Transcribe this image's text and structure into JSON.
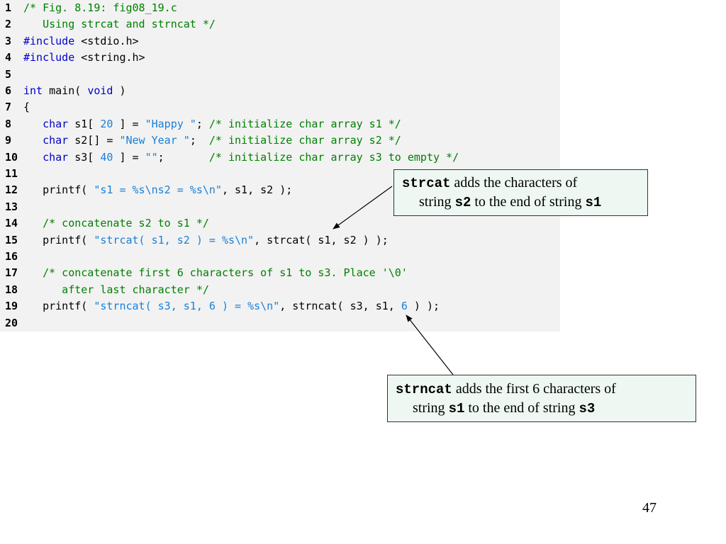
{
  "code": {
    "lines": [
      {
        "num": "1",
        "tokens": [
          {
            "t": "/* Fig. 8.19: fig08_19.c",
            "c": "comment"
          }
        ]
      },
      {
        "num": "2",
        "tokens": [
          {
            "t": "   Using strcat and strncat */",
            "c": "comment"
          }
        ]
      },
      {
        "num": "3",
        "tokens": [
          {
            "t": "#include",
            "c": "keyword"
          },
          {
            "t": " <stdio.h>",
            "c": "plain"
          }
        ]
      },
      {
        "num": "4",
        "tokens": [
          {
            "t": "#include",
            "c": "keyword"
          },
          {
            "t": " <string.h>",
            "c": "plain"
          }
        ]
      },
      {
        "num": "5",
        "tokens": []
      },
      {
        "num": "6",
        "tokens": [
          {
            "t": "int",
            "c": "keyword"
          },
          {
            "t": " main( ",
            "c": "plain"
          },
          {
            "t": "void",
            "c": "keyword"
          },
          {
            "t": " )",
            "c": "plain"
          }
        ]
      },
      {
        "num": "7",
        "tokens": [
          {
            "t": "{",
            "c": "plain"
          }
        ]
      },
      {
        "num": "8",
        "tokens": [
          {
            "t": "   ",
            "c": "plain"
          },
          {
            "t": "char",
            "c": "keyword"
          },
          {
            "t": " s1[ ",
            "c": "plain"
          },
          {
            "t": "20",
            "c": "number"
          },
          {
            "t": " ] = ",
            "c": "plain"
          },
          {
            "t": "\"Happy \"",
            "c": "string"
          },
          {
            "t": "; ",
            "c": "plain"
          },
          {
            "t": "/* initialize char array s1 */",
            "c": "comment"
          }
        ]
      },
      {
        "num": "9",
        "tokens": [
          {
            "t": "   ",
            "c": "plain"
          },
          {
            "t": "char",
            "c": "keyword"
          },
          {
            "t": " s2[] = ",
            "c": "plain"
          },
          {
            "t": "\"New Year \"",
            "c": "string"
          },
          {
            "t": ";  ",
            "c": "plain"
          },
          {
            "t": "/* initialize char array s2 */",
            "c": "comment"
          }
        ]
      },
      {
        "num": "10",
        "tokens": [
          {
            "t": "   ",
            "c": "plain"
          },
          {
            "t": "char",
            "c": "keyword"
          },
          {
            "t": " s3[ ",
            "c": "plain"
          },
          {
            "t": "40",
            "c": "number"
          },
          {
            "t": " ] = ",
            "c": "plain"
          },
          {
            "t": "\"\"",
            "c": "string"
          },
          {
            "t": ";       ",
            "c": "plain"
          },
          {
            "t": "/* initialize char array s3 to empty */",
            "c": "comment"
          }
        ]
      },
      {
        "num": "11",
        "tokens": []
      },
      {
        "num": "12",
        "tokens": [
          {
            "t": "   printf( ",
            "c": "plain"
          },
          {
            "t": "\"s1 = %s\\ns2 = %s\\n\"",
            "c": "string"
          },
          {
            "t": ", s1, s2 );",
            "c": "plain"
          }
        ]
      },
      {
        "num": "13",
        "tokens": []
      },
      {
        "num": "14",
        "tokens": [
          {
            "t": "   ",
            "c": "plain"
          },
          {
            "t": "/* concatenate s2 to s1 */",
            "c": "comment"
          }
        ]
      },
      {
        "num": "15",
        "tokens": [
          {
            "t": "   printf( ",
            "c": "plain"
          },
          {
            "t": "\"strcat( s1, s2 ) = %s\\n\"",
            "c": "string"
          },
          {
            "t": ", strcat( s1, s2 ) );",
            "c": "plain"
          }
        ]
      },
      {
        "num": "16",
        "tokens": []
      },
      {
        "num": "17",
        "tokens": [
          {
            "t": "   ",
            "c": "plain"
          },
          {
            "t": "/* concatenate first 6 characters of s1 to s3. Place '\\0'",
            "c": "comment"
          }
        ]
      },
      {
        "num": "18",
        "tokens": [
          {
            "t": "      after last character */",
            "c": "comment"
          }
        ]
      },
      {
        "num": "19",
        "tokens": [
          {
            "t": "   printf( ",
            "c": "plain"
          },
          {
            "t": "\"strncat( s3, s1, 6 ) = %s\\n\"",
            "c": "string"
          },
          {
            "t": ", strncat( s3, s1, ",
            "c": "plain"
          },
          {
            "t": "6",
            "c": "number"
          },
          {
            "t": " ) );",
            "c": "plain"
          }
        ]
      },
      {
        "num": "20",
        "tokens": []
      }
    ]
  },
  "callouts": {
    "strcat": {
      "fn": "strcat",
      "text_a": " adds the characters of",
      "text_b": "string ",
      "arg1": "s2",
      "text_c": " to the end of string ",
      "arg2": "s1"
    },
    "strncat": {
      "fn": "strncat",
      "text_a": " adds the first 6 characters of",
      "text_b": "string ",
      "arg1": "s1",
      "text_c": " to the end of string ",
      "arg2": "s3"
    }
  },
  "colors": {
    "panel_bg": "#f2f2f2",
    "comment": "#008000",
    "keyword": "#0000cc",
    "string": "#1a7fd6",
    "callout_bg": "#eef7f2"
  },
  "page_number": "47"
}
